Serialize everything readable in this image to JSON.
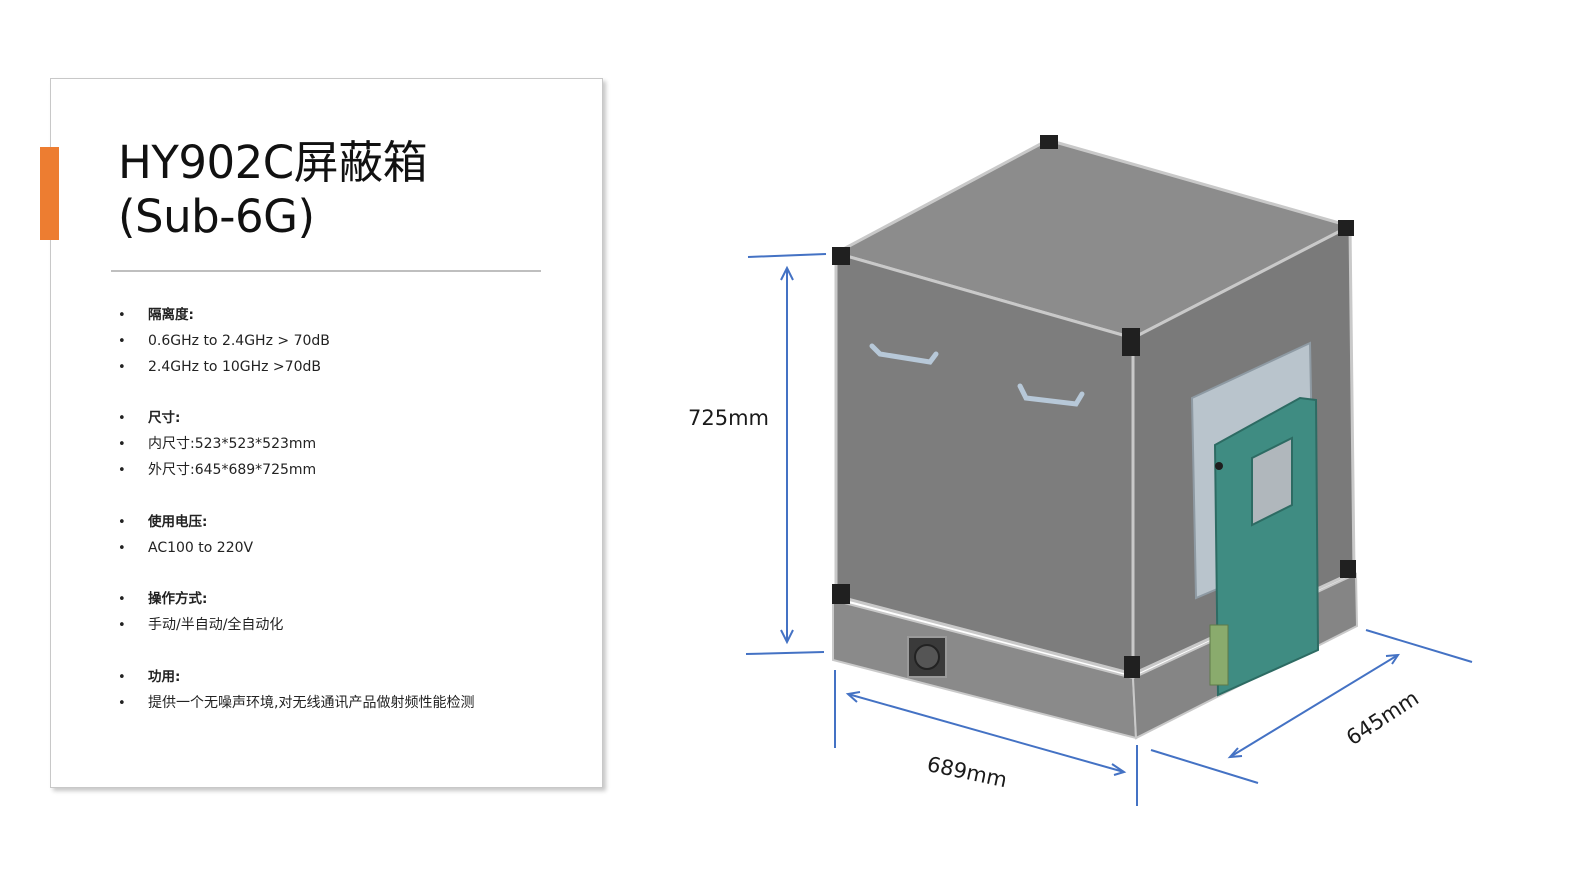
{
  "colors": {
    "accent": "#ED7D31",
    "dimension_line": "#4472C4",
    "box_body": "#808080",
    "box_top": "#8c8c8c",
    "door_panel": "#3a8a80"
  },
  "title": {
    "line1": "HY902C屏蔽箱",
    "line2": "(Sub-6G)"
  },
  "specs": [
    {
      "heading": "隔离度:",
      "items": [
        "0.6GHz to 2.4GHz > 70dB",
        "2.4GHz to 10GHz >70dB"
      ]
    },
    {
      "heading": "尺寸:",
      "items": [
        "内尺寸:523*523*523mm",
        "外尺寸:645*689*725mm"
      ]
    },
    {
      "heading": "使用电压:",
      "items": [
        "AC100 to 220V"
      ]
    },
    {
      "heading": "操作方式:",
      "items": [
        "手动/半自动/全自动化"
      ]
    },
    {
      "heading": "功用:",
      "items": [
        "提供一个无噪声环境,对无线通讯产品做射频性能检测"
      ]
    }
  ],
  "bullet_glyph": "•",
  "dimensions": {
    "height": "725mm",
    "width": "689mm",
    "depth": "645mm"
  }
}
